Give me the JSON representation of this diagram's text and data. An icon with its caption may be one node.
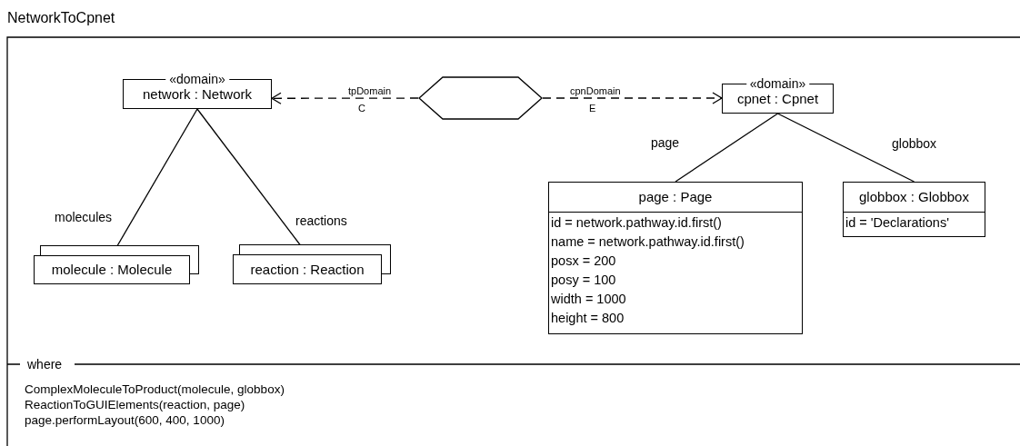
{
  "diagram": {
    "title": "NetworkToCpnet",
    "nodes": [
      {
        "text": [
          "«domain»",
          "network : Network"
        ]
      },
      {
        "text": [
          "molecule : Molecule"
        ]
      },
      {
        "text": [
          "reaction : Reaction"
        ]
      },
      {
        "text": [],
        "shape": "hexagon"
      },
      {
        "text": [
          "«domain»",
          "cpnet : Cpnet"
        ]
      },
      {
        "text": [
          "page : Page",
          "id = network.pathway.id.first()",
          "name = network.pathway.id.first()",
          "posx = 200",
          "posy = 100",
          "width = 1000",
          "height = 800"
        ]
      },
      {
        "text": [
          "globbox : Globbox",
          "id = 'Declarations'"
        ]
      }
    ],
    "edges": [
      {
        "from": 0,
        "to": 1,
        "arrow": "none",
        "label": "molecules"
      },
      {
        "from": 0,
        "to": 2,
        "arrow": "none",
        "label": "reactions"
      },
      {
        "from": 3,
        "to": 0,
        "arrow": "to",
        "style": "dashed",
        "label": "tpDomain"
      },
      {
        "from": 3,
        "to": 4,
        "arrow": "to",
        "style": "dashed",
        "label": "cpnDomain"
      },
      {
        "from": 4,
        "to": 5,
        "arrow": "none",
        "label": "page"
      },
      {
        "from": 4,
        "to": 6,
        "arrow": "none",
        "label": "globbox"
      }
    ],
    "labels": [
      "C",
      "E",
      "where",
      "ComplexMoleculeToProduct(molecule, globbox)",
      "ReactionToGUIElements(reaction, page)",
      "page.performLayout(600, 400, 1000)"
    ]
  }
}
